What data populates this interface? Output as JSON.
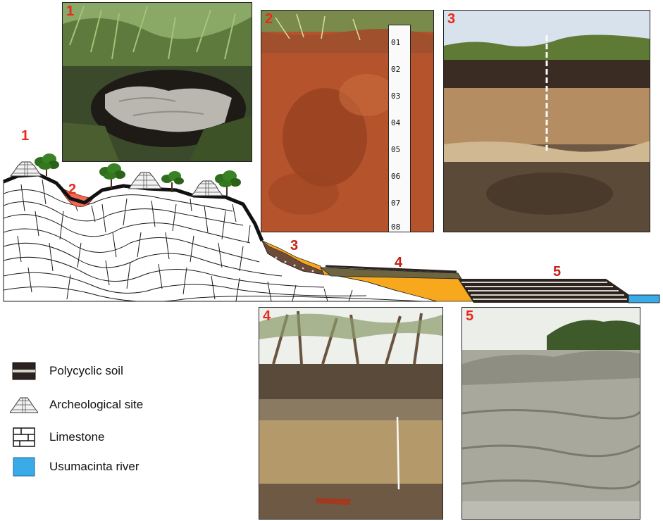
{
  "colors": {
    "site_number": "#e8281e",
    "diagram_number": "#c81e14",
    "river": "#3aaae8",
    "red_soil": "#ef6a55",
    "sediment_orange": "#f7a81c",
    "sediment_olive": "#6e6440",
    "polycyclic_dark": "#2a2320",
    "limestone_line": "#1a1a1a"
  },
  "diagram": {
    "site_labels": [
      "1",
      "2",
      "3",
      "4",
      "5"
    ],
    "icons": [
      "pyramid-icon",
      "tree-icon"
    ]
  },
  "photos": [
    {
      "number": "1"
    },
    {
      "number": "2",
      "ruler_ticks": [
        "01",
        "02",
        "03",
        "04",
        "05",
        "06",
        "07",
        "08"
      ]
    },
    {
      "number": "3"
    },
    {
      "number": "4"
    },
    {
      "number": "5"
    }
  ],
  "legend": [
    {
      "label": "Polycyclic soil",
      "icon": "polycyclic-soil-swatch"
    },
    {
      "label": "Archeological site",
      "icon": "pyramid-icon"
    },
    {
      "label": "Limestone",
      "icon": "limestone-swatch"
    },
    {
      "label": "Usumacinta river",
      "icon": "river-swatch"
    }
  ]
}
